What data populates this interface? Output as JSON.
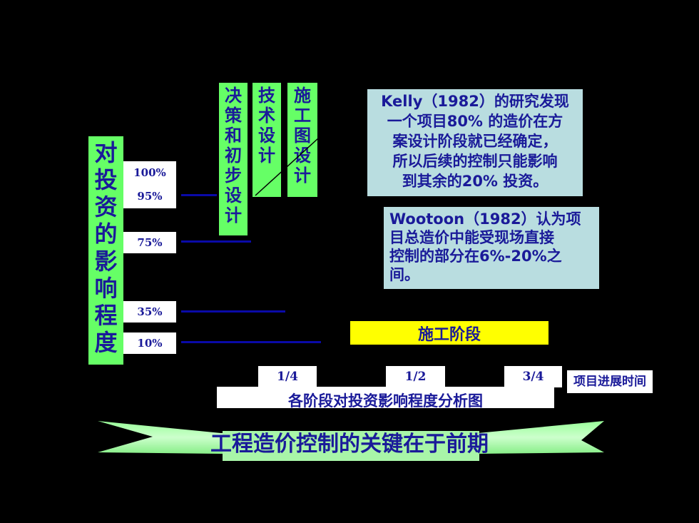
{
  "y_axis_label": [
    "对",
    "投",
    "资",
    "的",
    "影",
    "响",
    "程",
    "度"
  ],
  "percent_labels": {
    "p100": "100%",
    "p95": "95%",
    "p75": "75%",
    "p35": "35%",
    "p10": "10%"
  },
  "stages": {
    "s1": [
      "决",
      "策",
      "和",
      "初",
      "步",
      "设",
      "计"
    ],
    "s2": [
      "技",
      "术",
      "设",
      "计"
    ],
    "s3": [
      "施",
      "工",
      "图",
      "设",
      "计"
    ]
  },
  "notes": {
    "kelly": [
      "Kelly（1982）的研究发现",
      "一个项目80% 的造价在方",
      "案设计阶段就已经确定，",
      "所以后续的控制只能影响",
      "到其余的20% 投资。"
    ],
    "wootoon": [
      "Wootoon（1982）认为项",
      "目总造价中能受现场直接",
      "控制的部分在6%-20%之",
      "间。"
    ]
  },
  "construction_stage": "施工阶段",
  "x_ticks": {
    "q1": "1/4",
    "q2": "1/2",
    "q3": "3/4"
  },
  "x_axis_label": "项目进展时间",
  "caption": "各阶段对投资影响程度分析图",
  "banner": "工程造价控制的关键在于前期",
  "colors": {
    "green": "#66ff66",
    "navy": "#1a1a99",
    "yellow": "#ffff00",
    "note_bg": "#b9dde0"
  }
}
